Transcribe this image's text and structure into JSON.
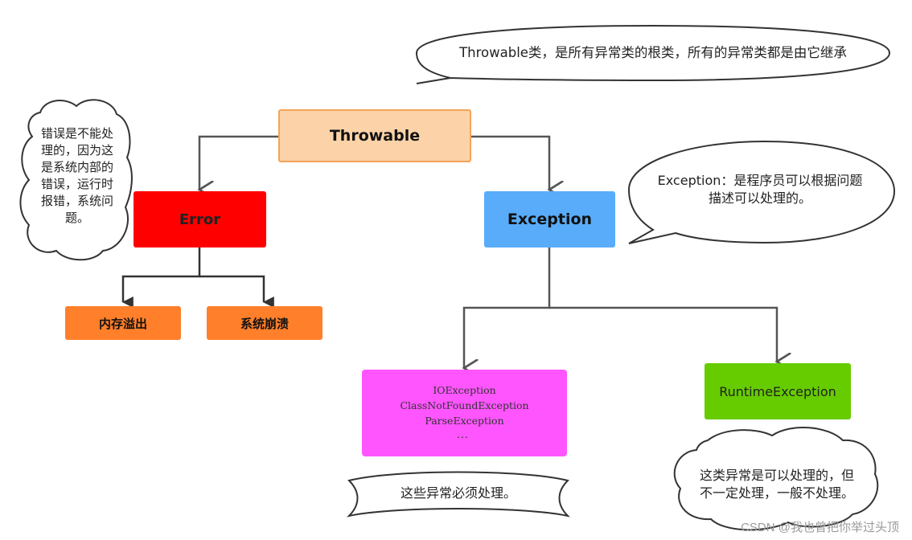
{
  "nodes": {
    "throwable": "Throwable",
    "error": "Error",
    "exception": "Exception",
    "memory_overflow": "内存溢出",
    "system_crash": "系统崩溃",
    "checked_exceptions": [
      "IOException",
      "ClassNotFoundException",
      "ParseException",
      "．．．"
    ],
    "runtime_exception": "RuntimeException"
  },
  "notes": {
    "throwable_note": "Throwable类，是所有异常类的根类，所有的异常类都是由它继承",
    "error_note": [
      "错误是不能处",
      "理的，因为这",
      "是系统内部的",
      "错误，运行时",
      "报错，系统问",
      "题。"
    ],
    "exception_note": [
      "Exception：是程序员可以根据问题",
      "描述可以处理的。"
    ],
    "checked_note": "这些异常必须处理。",
    "runtime_note": [
      "这类异常是可以处理的，但",
      "不一定处理，一般不处理。"
    ]
  },
  "watermark": "CSDN @我也曾把你举过头顶",
  "colors": {
    "throwable_fill": "#FCD3A8",
    "throwable_border": "#F4A459",
    "error_fill": "#FF0000",
    "exception_fill": "#58ACFA",
    "leaf_fill": "#FF7F2A",
    "checked_fill": "#FF55FF",
    "runtime_fill": "#66CC00",
    "connector": "#555555"
  }
}
